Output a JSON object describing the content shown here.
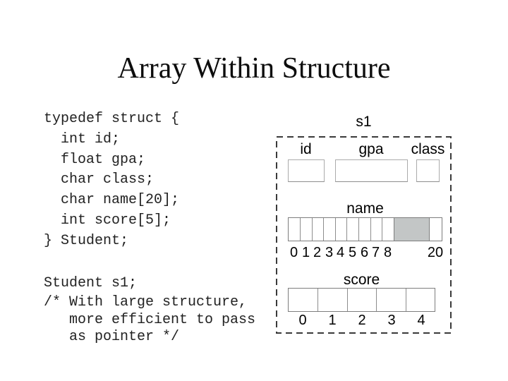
{
  "slide": {
    "title": "Array Within Structure"
  },
  "code": {
    "struct_block": "typedef struct {\n  int id;\n  float gpa;\n  char class;\n  char name[20];\n  int score[5];\n} Student;",
    "decl_line": "Student s1;",
    "comment_block": "/* With large structure,\n   more efficient to pass\n   as pointer */"
  },
  "diagram": {
    "instance_label": "s1",
    "field_labels": [
      "id",
      "gpa",
      "class"
    ],
    "name_row": {
      "label": "name",
      "index_labels": [
        "0",
        "1",
        "2",
        "3",
        "4",
        "5",
        "6",
        "7",
        "8",
        "20"
      ]
    },
    "score_row": {
      "label": "score",
      "index_labels": [
        "0",
        "1",
        "2",
        "3",
        "4"
      ]
    },
    "colors": {
      "shaded_cell": "#c3c6c6",
      "cell_border": "#7d7d7d",
      "dashed_outline": "#3a3a3a"
    }
  }
}
